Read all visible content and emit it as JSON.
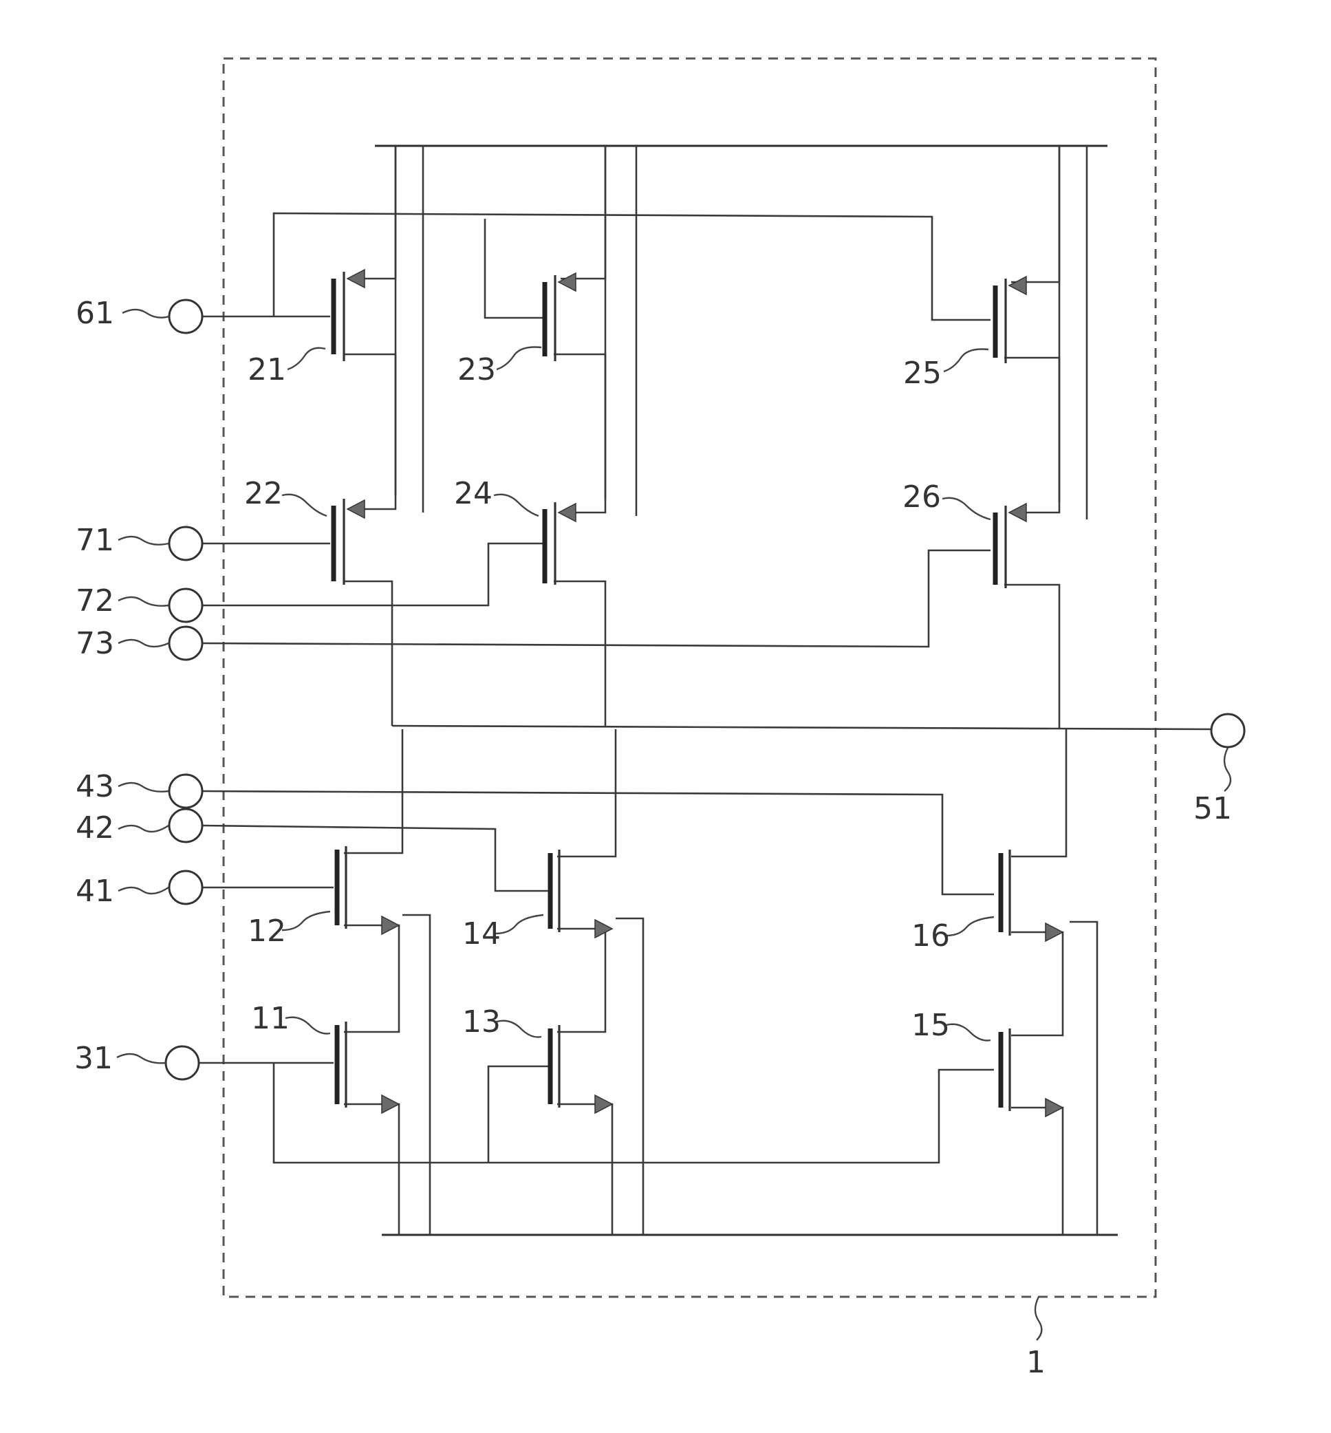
{
  "terminals": {
    "in_61": "61",
    "in_71": "71",
    "in_72": "72",
    "in_73": "73",
    "in_43": "43",
    "in_42": "42",
    "in_41": "41",
    "in_31": "31",
    "out_51": "51"
  },
  "transistors": {
    "t11": "11",
    "t12": "12",
    "t13": "13",
    "t14": "14",
    "t15": "15",
    "t16": "16",
    "t21": "21",
    "t22": "22",
    "t23": "23",
    "t24": "24",
    "t25": "25",
    "t26": "26"
  },
  "circuit_label": "1"
}
